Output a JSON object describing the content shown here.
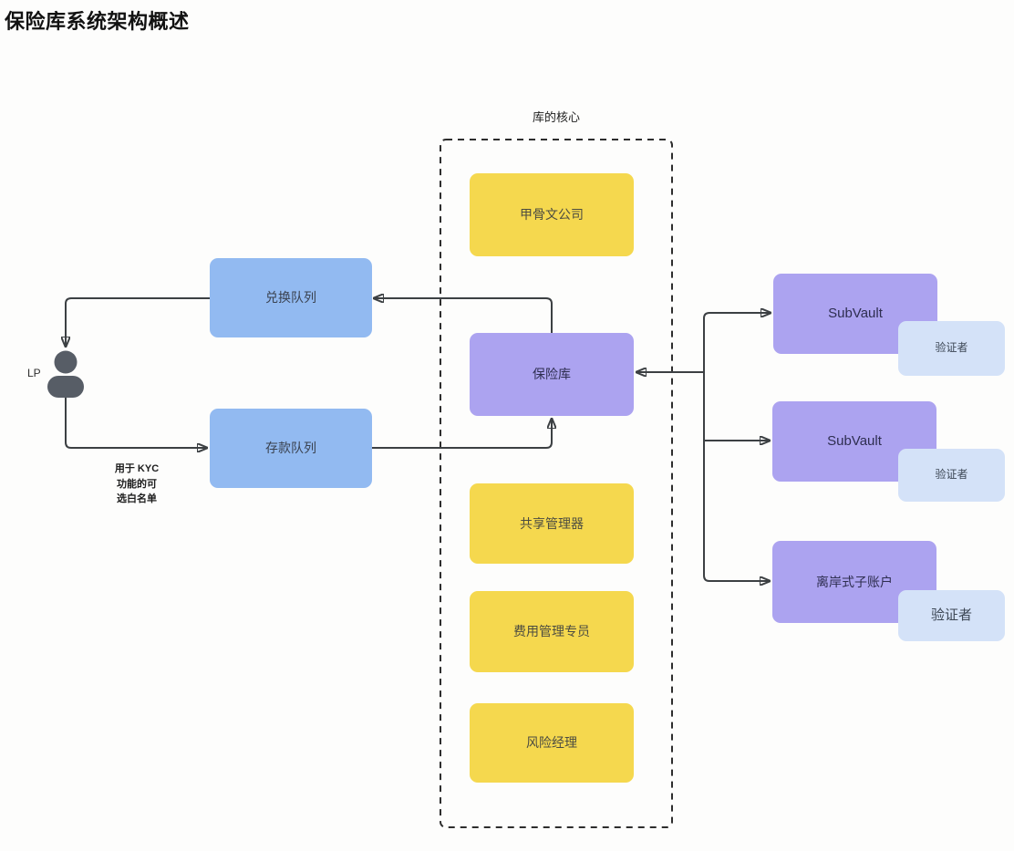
{
  "title": "保险库系统架构概述",
  "core_group": {
    "label": "库的核心"
  },
  "nodes": {
    "oracle": {
      "label": "甲骨文公司"
    },
    "vault": {
      "label": "保险库"
    },
    "share_manager": {
      "label": "共享管理器"
    },
    "fee_manager": {
      "label": "费用管理专员"
    },
    "risk_manager": {
      "label": "风险经理"
    },
    "redeem_queue": {
      "label": "兑换队列"
    },
    "deposit_queue": {
      "label": "存款队列"
    },
    "subvault1": {
      "label": "SubVault"
    },
    "validator1": {
      "label": "验证者"
    },
    "subvault2": {
      "label": "SubVault"
    },
    "validator2": {
      "label": "验证者"
    },
    "offshore_subaccount": {
      "label": "离岸式子账户"
    },
    "validator3": {
      "label": "验证者"
    }
  },
  "annotations": {
    "lp_label": "LP",
    "kyc_note_lines": [
      "用于 KYC",
      "功能的可",
      "选白名单"
    ]
  },
  "colors": {
    "yellow_node": "#f5d84e",
    "blue_node": "#92baf1",
    "purple_node": "#aca3f0",
    "lightblue_node": "#d4e2f8",
    "connector": "#3c4043",
    "person_icon": "#575d66",
    "background": "#fdfdfc"
  }
}
